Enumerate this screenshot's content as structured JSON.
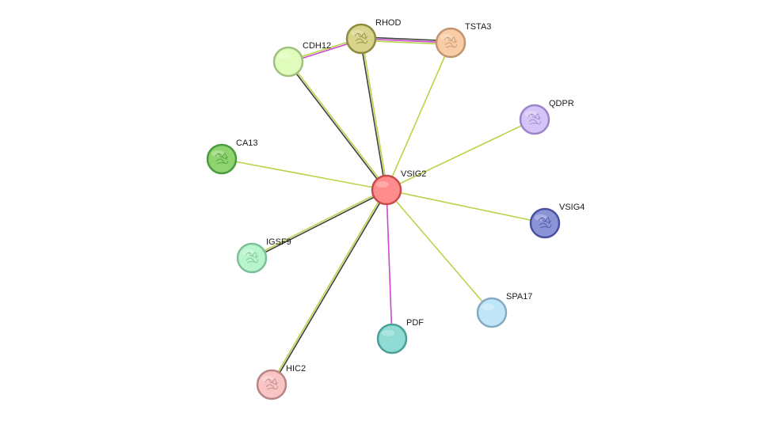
{
  "nodes": [
    {
      "id": "VSIG2",
      "label": "VSIG2",
      "fill": "#ff8c8c",
      "stroke": "#c84a4a",
      "icon": "none"
    },
    {
      "id": "RHOD",
      "label": "RHOD",
      "fill": "#d8d48c",
      "stroke": "#8c8a40",
      "icon": "protein-structure-icon"
    },
    {
      "id": "TSTA3",
      "label": "TSTA3",
      "fill": "#f8cca4",
      "stroke": "#c09470",
      "icon": "protein-structure-icon"
    },
    {
      "id": "CDH12",
      "label": "CDH12",
      "fill": "#e0fcbc",
      "stroke": "#a0c080",
      "icon": "none"
    },
    {
      "id": "QDPR",
      "label": "QDPR",
      "fill": "#d4c4f8",
      "stroke": "#9c84c8",
      "icon": "protein-structure-icon"
    },
    {
      "id": "CA13",
      "label": "CA13",
      "fill": "#90d470",
      "stroke": "#4a9a40",
      "icon": "protein-structure-icon"
    },
    {
      "id": "VSIG4",
      "label": "VSIG4",
      "fill": "#8c94d8",
      "stroke": "#4a50a0",
      "icon": "protein-structure-icon"
    },
    {
      "id": "IGSF9",
      "label": "IGSF9",
      "fill": "#b8f4cc",
      "stroke": "#7cc098",
      "icon": "protein-structure-icon"
    },
    {
      "id": "SPA17",
      "label": "SPA17",
      "fill": "#c0e4f8",
      "stroke": "#84aac4",
      "icon": "none"
    },
    {
      "id": "PDF",
      "label": "PDF",
      "fill": "#90dcd4",
      "stroke": "#48a098",
      "icon": "none"
    },
    {
      "id": "HIC2",
      "label": "HIC2",
      "fill": "#f8c4c4",
      "stroke": "#b88484",
      "icon": "protein-structure-icon"
    }
  ],
  "edges": [
    {
      "source": "VSIG2",
      "target": "RHOD",
      "colors": [
        "#404040",
        "#b8d448"
      ]
    },
    {
      "source": "VSIG2",
      "target": "CDH12",
      "colors": [
        "#404040",
        "#b8d448"
      ]
    },
    {
      "source": "VSIG2",
      "target": "TSTA3",
      "colors": [
        "#b8d448"
      ]
    },
    {
      "source": "VSIG2",
      "target": "QDPR",
      "colors": [
        "#b8d448"
      ]
    },
    {
      "source": "VSIG2",
      "target": "CA13",
      "colors": [
        "#b8d448"
      ]
    },
    {
      "source": "VSIG2",
      "target": "VSIG4",
      "colors": [
        "#b8d448"
      ]
    },
    {
      "source": "VSIG2",
      "target": "IGSF9",
      "colors": [
        "#404040",
        "#b8d448"
      ]
    },
    {
      "source": "VSIG2",
      "target": "SPA17",
      "colors": [
        "#b8d448"
      ]
    },
    {
      "source": "VSIG2",
      "target": "PDF",
      "colors": [
        "#cc44cc"
      ]
    },
    {
      "source": "VSIG2",
      "target": "HIC2",
      "colors": [
        "#404040",
        "#b8d448"
      ]
    },
    {
      "source": "RHOD",
      "target": "TSTA3",
      "colors": [
        "#404040",
        "#cc44cc",
        "#b8d448"
      ]
    },
    {
      "source": "RHOD",
      "target": "CDH12",
      "colors": [
        "#cc44cc",
        "#b8d448"
      ]
    }
  ]
}
